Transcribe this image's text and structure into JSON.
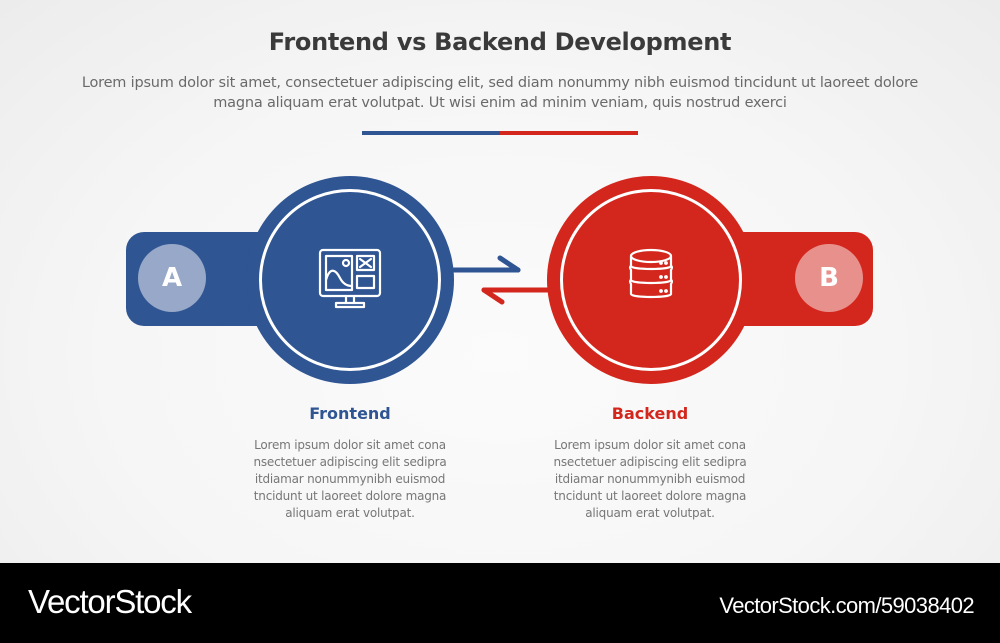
{
  "header": {
    "title": "Frontend vs Backend Development",
    "subtitle": "Lorem ipsum dolor sit amet, consectetuer adipiscing elit, sed diam nonummy nibh euismod tincidunt ut laoreet dolore magna aliquam erat volutpat. Ut wisi enim ad minim veniam, quis nostrud exerci"
  },
  "colors": {
    "blue": "#2f5593",
    "red": "#d3271d",
    "blue_light": "#97a8c8",
    "red_light": "#e8918c",
    "title_text": "#3a3a3a",
    "body_text": "#777777"
  },
  "items": [
    {
      "letter": "A",
      "title": "Frontend",
      "icon": "monitor-layout-icon",
      "text": "Lorem ipsum dolor sit amet cona nsectetuer adipiscing elit sedipra itdiamar nonummynibh euismod tncidunt ut laoreet dolore magna aliquam erat volutpat."
    },
    {
      "letter": "B",
      "title": "Backend",
      "icon": "database-server-icon",
      "text": "Lorem ipsum dolor sit amet cona nsectetuer adipiscing elit sedipra itdiamar nonummynibh euismod tncidunt ut laoreet dolore magna aliquam erat volutpat."
    }
  ],
  "connector": {
    "top_arrow": "arrow-right-icon",
    "bottom_arrow": "arrow-left-icon"
  },
  "footer": {
    "logo": "VectorStock",
    "url": "VectorStock.com/59038402"
  }
}
